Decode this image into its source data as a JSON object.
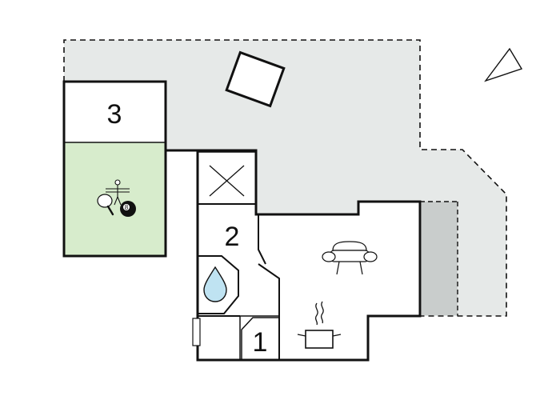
{
  "rooms": {
    "room_3": "3",
    "room_2": "2",
    "room_1": "1"
  },
  "icons": {
    "compass": "north-arrow-icon",
    "game_room": [
      "table-football-icon",
      "ping-pong-paddle-icon",
      "billiard-8-ball-icon"
    ],
    "living": "sofa-icon",
    "kitchen": "cooking-pot-icon",
    "bathroom": "water-drop-icon"
  },
  "billiard_ball_number": "8",
  "colors": {
    "wall": "#111111",
    "terrace": "#e6e9e8",
    "game_room": "#d7eccc",
    "balcony": "#c9cdcc",
    "water": "#bfe3f2"
  }
}
